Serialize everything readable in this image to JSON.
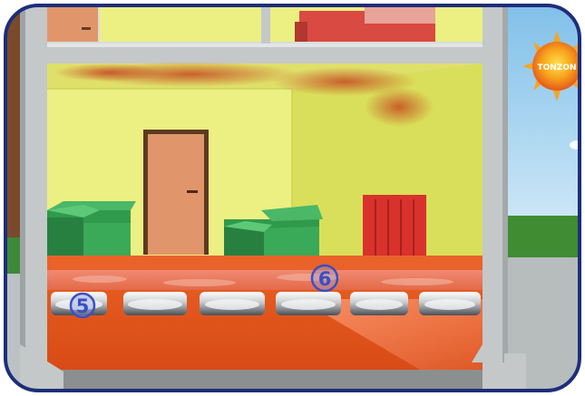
{
  "brand": {
    "logo_text": "TONZON"
  },
  "callouts": [
    {
      "id": "5",
      "label": "5"
    },
    {
      "id": "6",
      "label": "6"
    }
  ],
  "colors": {
    "frame_border": "#1d2e7a",
    "wall_yellow": "#ecef82",
    "right_wall": "#d9df5a",
    "floor_orange": "#e9622a",
    "crawlspace_orange": "#e3511b",
    "door": "#e0966a",
    "chair_green": "#2f9a4c",
    "radiator_red": "#d8322c",
    "concrete_gray": "#c4c8c9",
    "sky_blue": "#a9d4ef",
    "grass_green": "#3f8c33",
    "heat_haze": "#c8562a",
    "callout_blue": "#3a4fc4"
  }
}
